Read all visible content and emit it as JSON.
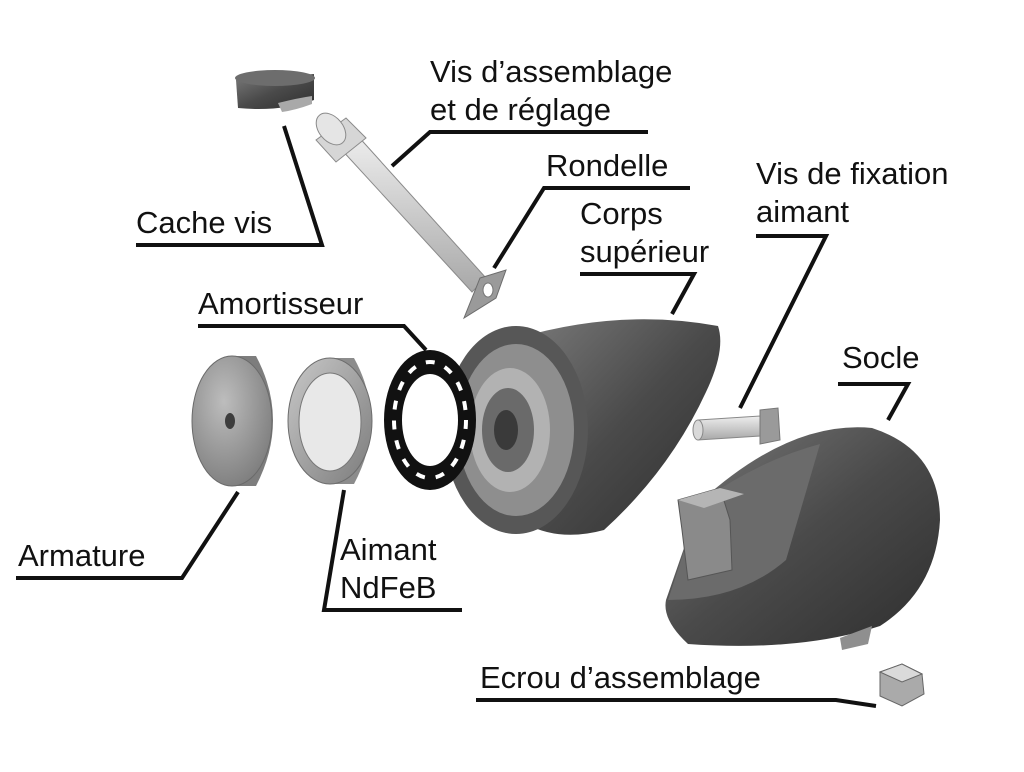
{
  "labels": {
    "cache_vis": "Cache vis",
    "vis_assemblage_1": "Vis d’assemblage",
    "vis_assemblage_2": "et de réglage",
    "rondelle": "Rondelle",
    "corps_1": "Corps",
    "corps_2": "supérieur",
    "vis_fixation_1": "Vis de fixation",
    "vis_fixation_2": "aimant",
    "amortisseur": "Amortisseur",
    "socle": "Socle",
    "armature": "Armature",
    "aimant_1": "Aimant",
    "aimant_2": "NdFeB",
    "ecrou": "Ecrou d’assemblage"
  }
}
